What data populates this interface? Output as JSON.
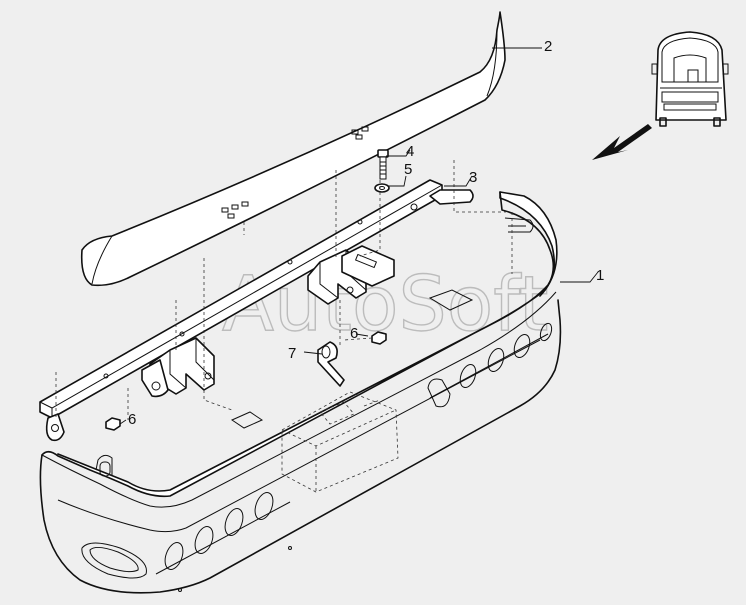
{
  "watermark": "AutoSoft",
  "callouts": [
    {
      "id": "1",
      "label": "1"
    },
    {
      "id": "2",
      "label": "2"
    },
    {
      "id": "3",
      "label": "3"
    },
    {
      "id": "4",
      "label": "4"
    },
    {
      "id": "5",
      "label": "5"
    },
    {
      "id": "6a",
      "label": "6"
    },
    {
      "id": "6b",
      "label": "6"
    },
    {
      "id": "7",
      "label": "7"
    }
  ],
  "icons": {
    "bus": "bus-front-view-icon",
    "arrow": "direction-arrow-icon"
  }
}
